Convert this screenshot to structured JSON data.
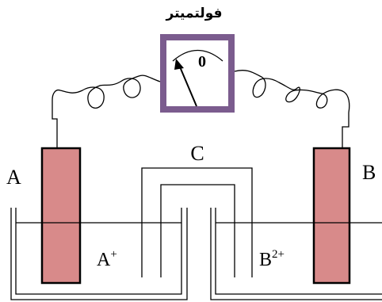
{
  "voltmeter": {
    "title": "فولتميتر",
    "reading": "0",
    "frame_color": "#7b5c8e",
    "face_color": "#ffffff"
  },
  "electrodes": {
    "left_label": "A",
    "right_label": "B",
    "color": "#d88a8a"
  },
  "solutions": {
    "left_ion_base": "A",
    "left_ion_charge": "+",
    "right_ion_base": "B",
    "right_ion_charge": "2+"
  },
  "salt_bridge": {
    "label": "C"
  }
}
